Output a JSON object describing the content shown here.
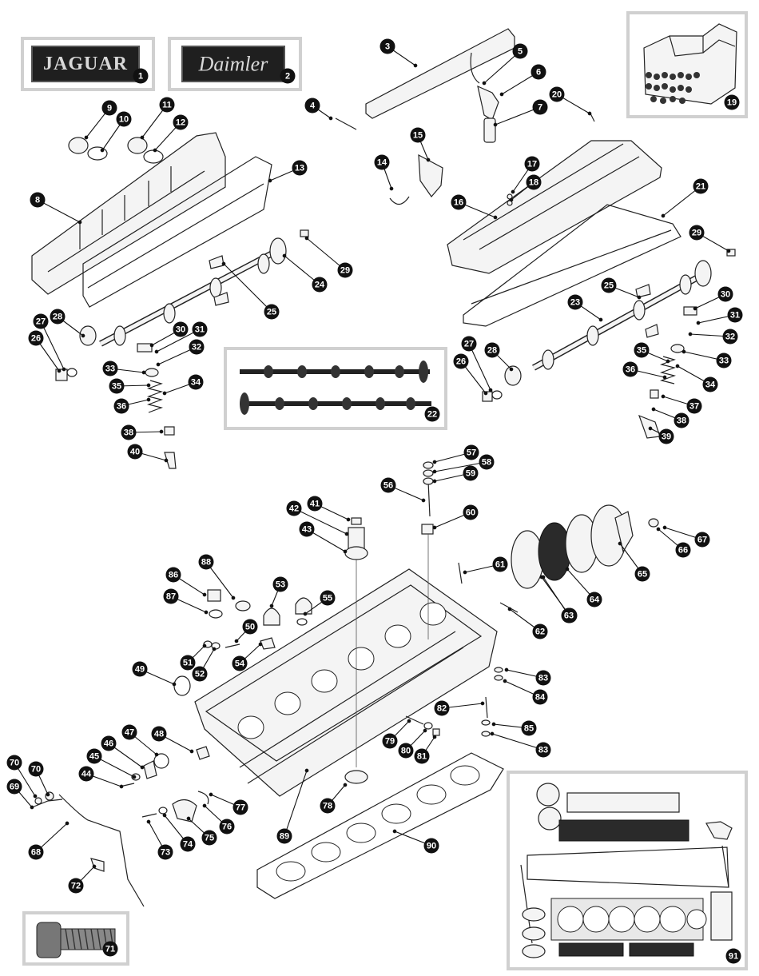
{
  "logos": {
    "jaguar": "JAGUAR",
    "daimler": "Daimler"
  },
  "callouts": [
    {
      "num": "1"
    },
    {
      "num": "2"
    },
    {
      "num": "3"
    },
    {
      "num": "4"
    },
    {
      "num": "5"
    },
    {
      "num": "6"
    },
    {
      "num": "7"
    },
    {
      "num": "8"
    },
    {
      "num": "9"
    },
    {
      "num": "10"
    },
    {
      "num": "11"
    },
    {
      "num": "12"
    },
    {
      "num": "13"
    },
    {
      "num": "14"
    },
    {
      "num": "15"
    },
    {
      "num": "16"
    },
    {
      "num": "17"
    },
    {
      "num": "18"
    },
    {
      "num": "19"
    },
    {
      "num": "20"
    },
    {
      "num": "21"
    },
    {
      "num": "22"
    },
    {
      "num": "23"
    },
    {
      "num": "24"
    },
    {
      "num": "25"
    },
    {
      "num": "25"
    },
    {
      "num": "26"
    },
    {
      "num": "26"
    },
    {
      "num": "27"
    },
    {
      "num": "27"
    },
    {
      "num": "28"
    },
    {
      "num": "28"
    },
    {
      "num": "29"
    },
    {
      "num": "29"
    },
    {
      "num": "30"
    },
    {
      "num": "30"
    },
    {
      "num": "31"
    },
    {
      "num": "31"
    },
    {
      "num": "32"
    },
    {
      "num": "32"
    },
    {
      "num": "33"
    },
    {
      "num": "33"
    },
    {
      "num": "34"
    },
    {
      "num": "34"
    },
    {
      "num": "35"
    },
    {
      "num": "35"
    },
    {
      "num": "36"
    },
    {
      "num": "36"
    },
    {
      "num": "37"
    },
    {
      "num": "38"
    },
    {
      "num": "38"
    },
    {
      "num": "39"
    },
    {
      "num": "40"
    },
    {
      "num": "41"
    },
    {
      "num": "42"
    },
    {
      "num": "43"
    },
    {
      "num": "44"
    },
    {
      "num": "45"
    },
    {
      "num": "46"
    },
    {
      "num": "47"
    },
    {
      "num": "48"
    },
    {
      "num": "49"
    },
    {
      "num": "50"
    },
    {
      "num": "51"
    },
    {
      "num": "52"
    },
    {
      "num": "53"
    },
    {
      "num": "54"
    },
    {
      "num": "55"
    },
    {
      "num": "56"
    },
    {
      "num": "57"
    },
    {
      "num": "58"
    },
    {
      "num": "59"
    },
    {
      "num": "60"
    },
    {
      "num": "61"
    },
    {
      "num": "62"
    },
    {
      "num": "63"
    },
    {
      "num": "63"
    },
    {
      "num": "64"
    },
    {
      "num": "65"
    },
    {
      "num": "66"
    },
    {
      "num": "67"
    },
    {
      "num": "68"
    },
    {
      "num": "69"
    },
    {
      "num": "70"
    },
    {
      "num": "70"
    },
    {
      "num": "71"
    },
    {
      "num": "72"
    },
    {
      "num": "73"
    },
    {
      "num": "74"
    },
    {
      "num": "75"
    },
    {
      "num": "76"
    },
    {
      "num": "77"
    },
    {
      "num": "78"
    },
    {
      "num": "79"
    },
    {
      "num": "80"
    },
    {
      "num": "81"
    },
    {
      "num": "82"
    },
    {
      "num": "83"
    },
    {
      "num": "83"
    },
    {
      "num": "84"
    },
    {
      "num": "85"
    },
    {
      "num": "86"
    },
    {
      "num": "87"
    },
    {
      "num": "88"
    },
    {
      "num": "89"
    },
    {
      "num": "90"
    },
    {
      "num": "91"
    }
  ],
  "colors": {
    "badge": "#111111",
    "badge_text": "#ffffff",
    "frame": "#d0d0d0",
    "line": "#222222",
    "part_fill": "#f4f4f4"
  }
}
